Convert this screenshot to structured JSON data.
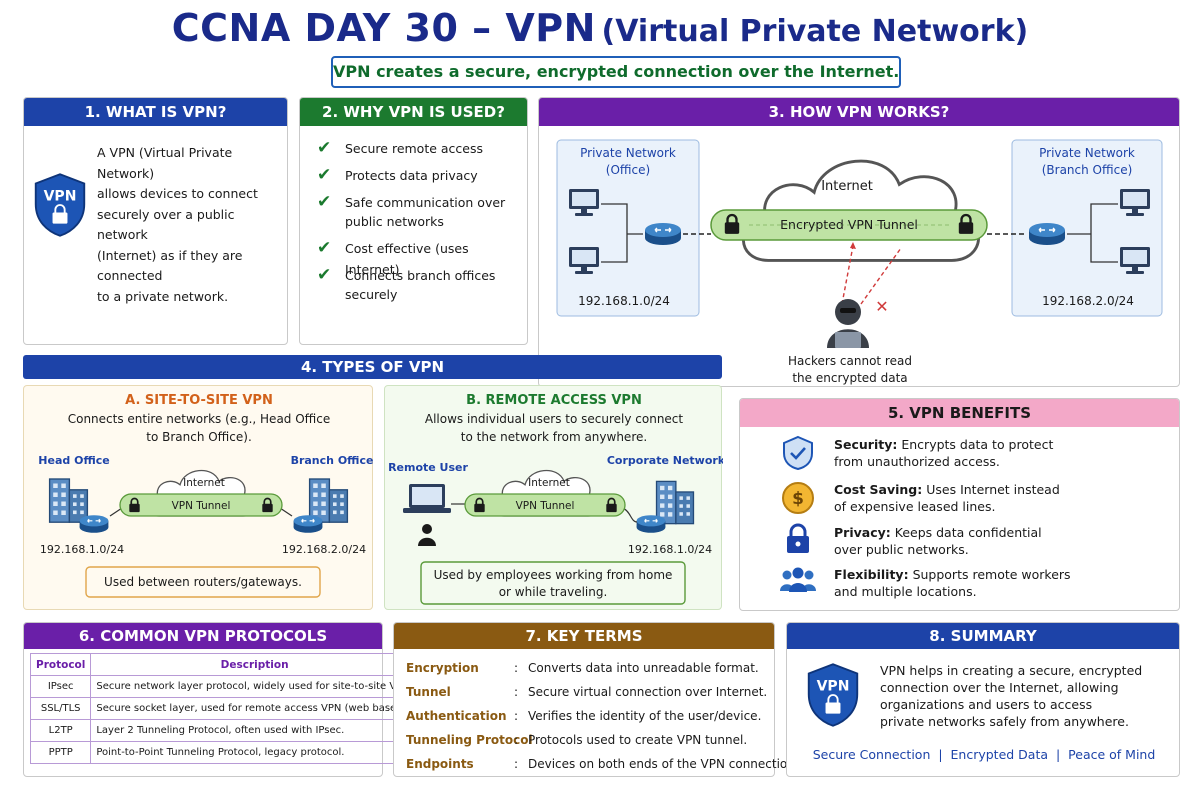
{
  "title": {
    "main": "CCNA DAY 30 – VPN",
    "sub": "(Virtual Private Network)"
  },
  "subtitle": "VPN creates a secure, encrypted connection over the Internet.",
  "what": {
    "header": "1. WHAT IS VPN?",
    "badge": "VPN",
    "lines": [
      "A VPN (Virtual Private Network)",
      "allows devices to connect",
      "securely over a public network",
      "(Internet) as if they are connected",
      "to a private network."
    ]
  },
  "why": {
    "header": "2. WHY VPN IS USED?",
    "items": [
      [
        "Secure remote access"
      ],
      [
        "Protects data privacy"
      ],
      [
        "Safe communication over",
        "public networks"
      ],
      [
        "Cost effective (uses Internet)"
      ],
      [
        "Connects branch offices",
        "securely"
      ]
    ]
  },
  "how": {
    "header": "3. HOW VPN WORKS?",
    "left_title": [
      "Private Network",
      "(Office)"
    ],
    "right_title": [
      "Private Network",
      "(Branch Office)"
    ],
    "internet": "Internet",
    "tunnel": "Encrypted VPN Tunnel",
    "left_net": "192.168.1.0/24",
    "right_net": "192.168.2.0/24",
    "hacker": [
      "Hackers cannot read",
      "the encrypted data"
    ]
  },
  "types": {
    "header": "4. TYPES OF VPN",
    "s2s": {
      "title": "A. SITE-TO-SITE VPN",
      "desc": [
        "Connects entire networks (e.g., Head Office",
        "to Branch Office)."
      ],
      "left": "Head Office",
      "right": "Branch Office",
      "internet": "Internet",
      "tunnel": "VPN Tunnel",
      "left_net": "192.168.1.0/24",
      "right_net": "192.168.2.0/24",
      "note": "Used between routers/gateways."
    },
    "ra": {
      "title": "B. REMOTE ACCESS VPN",
      "desc": [
        "Allows individual users to securely connect",
        "to the network from anywhere."
      ],
      "left": "Remote User",
      "right": "Corporate Network",
      "internet": "Internet",
      "tunnel": "VPN Tunnel",
      "right_net": "192.168.1.0/24",
      "note": [
        "Used by employees working from home",
        "or while traveling."
      ]
    }
  },
  "benefits": {
    "header": "5. VPN BENEFITS",
    "items": [
      {
        "k": "Security:",
        "v": [
          "Encrypts data to protect",
          "from unauthorized access."
        ]
      },
      {
        "k": "Cost Saving:",
        "v": [
          "Uses Internet instead",
          "of expensive leased lines."
        ]
      },
      {
        "k": "Privacy:",
        "v": [
          "Keeps data confidential",
          "over public networks."
        ]
      },
      {
        "k": "Flexibility:",
        "v": [
          "Supports remote workers",
          "and multiple locations."
        ]
      }
    ]
  },
  "protocols": {
    "header": "6. COMMON VPN PROTOCOLS",
    "cols": [
      "Protocol",
      "Description"
    ],
    "rows": [
      [
        "IPsec",
        "Secure network layer protocol, widely used for site-to-site VPN."
      ],
      [
        "SSL/TLS",
        "Secure socket layer, used for remote access VPN (web based)."
      ],
      [
        "L2TP",
        "Layer 2 Tunneling Protocol, often used with IPsec."
      ],
      [
        "PPTP",
        "Point-to-Point Tunneling Protocol, legacy protocol."
      ]
    ]
  },
  "terms": {
    "header": "7. KEY TERMS",
    "items": [
      [
        "Encryption",
        "Converts data into unreadable format."
      ],
      [
        "Tunnel",
        "Secure virtual connection over Internet."
      ],
      [
        "Authentication",
        "Verifies the identity of the user/device."
      ],
      [
        "Tunneling Protocol",
        "Protocols used to create VPN tunnel."
      ],
      [
        "Endpoints",
        "Devices on both ends of the VPN connection."
      ]
    ]
  },
  "summary": {
    "header": "8. SUMMARY",
    "badge": "VPN",
    "lines": [
      "VPN helps in creating a secure, encrypted",
      "connection over the Internet, allowing",
      "organizations and users to access",
      "private networks safely from anywhere."
    ],
    "footer": [
      "Secure Connection",
      "Encrypted Data",
      "Peace of Mind"
    ],
    "sep": "|"
  },
  "colors": {
    "navy": "#1d43a8",
    "green": "#1c7a2f",
    "purple": "#6a1fa8",
    "pink": "#f3a8c8",
    "brown": "#8a5a12",
    "tunnel": "#bfe3a4"
  }
}
